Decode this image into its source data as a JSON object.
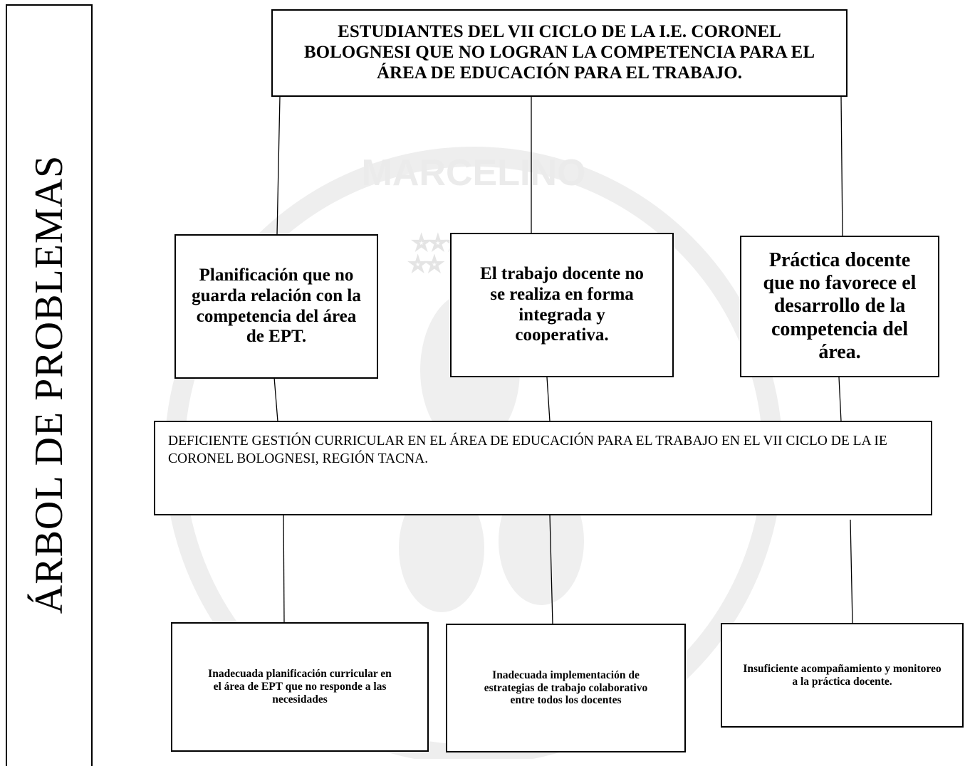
{
  "side_title": "ÁRBOL DE PROBLEMAS",
  "watermark_text": "MARCELINO",
  "effect": "ESTUDIANTES DEL VII CICLO DE LA I.E. CORONEL BOLOGNESI QUE NO LOGRAN LA COMPETENCIA PARA EL ÁREA DE EDUCACIÓN PARA EL TRABAJO.",
  "consequences": [
    "Planificación que no guarda relación con la competencia del área de EPT.",
    "El trabajo docente no se realiza en forma integrada y cooperativa.",
    "Práctica docente que no favorece el desarrollo de la competencia del área."
  ],
  "central_problem": "DEFICIENTE GESTIÓN CURRICULAR EN EL ÁREA DE EDUCACIÓN PARA EL TRABAJO EN EL VII CICLO DE LA IE CORONEL BOLOGNESI, REGIÓN TACNA.",
  "causes": [
    "Inadecuada planificación curricular en el área de EPT que no responde a las necesidades",
    "Inadecuada implementación de estrategias de trabajo colaborativo entre todos los docentes",
    "Insuficiente acompañamiento y monitoreo a la práctica docente."
  ]
}
